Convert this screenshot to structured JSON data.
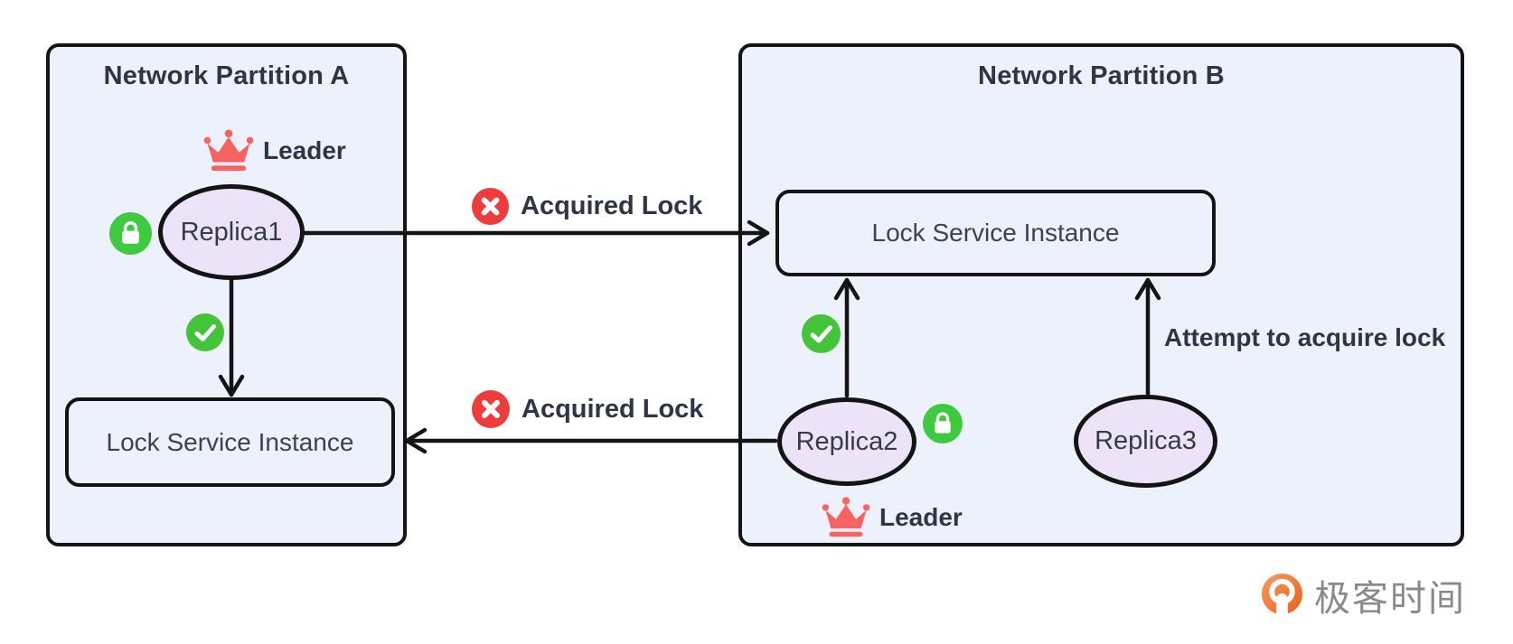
{
  "diagram_title_implicit": "Distributed lock split-brain during network partition",
  "partitions": [
    {
      "id": "A",
      "title": "Network Partition A",
      "leader_label": "Leader",
      "nodes": [
        {
          "label": "Replica1",
          "type": "replica",
          "badges": [
            "crown-icon",
            "lock-icon"
          ]
        },
        {
          "label": "Lock Service Instance",
          "type": "service"
        }
      ]
    },
    {
      "id": "B",
      "title": "Network Partition B",
      "leader_label": "Leader",
      "annotation": "Attempt to acquire lock",
      "nodes": [
        {
          "label": "Lock Service Instance",
          "type": "service"
        },
        {
          "label": "Replica2",
          "type": "replica",
          "badges": [
            "crown-icon",
            "lock-icon"
          ]
        },
        {
          "label": "Replica3",
          "type": "replica"
        }
      ]
    }
  ],
  "edge_labels": {
    "replica1_to_lock_b": "Acquired Lock",
    "replica2_to_lock_a": "Acquired Lock"
  },
  "edges": [
    {
      "from": "Replica1",
      "to": "Lock Service Instance (B)",
      "status": "error",
      "label": "Acquired Lock"
    },
    {
      "from": "Replica1",
      "to": "Lock Service Instance (A)",
      "status": "success"
    },
    {
      "from": "Replica2",
      "to": "Lock Service Instance (B)",
      "status": "success"
    },
    {
      "from": "Replica2",
      "to": "Lock Service Instance (A)",
      "status": "error",
      "label": "Acquired Lock"
    },
    {
      "from": "Replica3",
      "to": "Lock Service Instance (B)",
      "status": "attempt",
      "label": "Attempt to acquire lock"
    }
  ],
  "branding": {
    "logo_text": "极客时间"
  },
  "icons": {
    "leader": "crown-icon",
    "lock_held": "lock-icon",
    "success": "check-icon",
    "failure": "x-icon",
    "brand": "geektime-logo"
  },
  "colors": {
    "partition_fill": "#EDF1FB",
    "replica_fill": "#ECE3F9",
    "border": "#141414",
    "text_dark": "#2E3544",
    "success_green": "#3FC93F",
    "error_red": "#EE3B3B",
    "crown_red": "#F56363",
    "logo_orange": "#EA6A1F",
    "logo_text_gray": "#8A8A8A"
  }
}
